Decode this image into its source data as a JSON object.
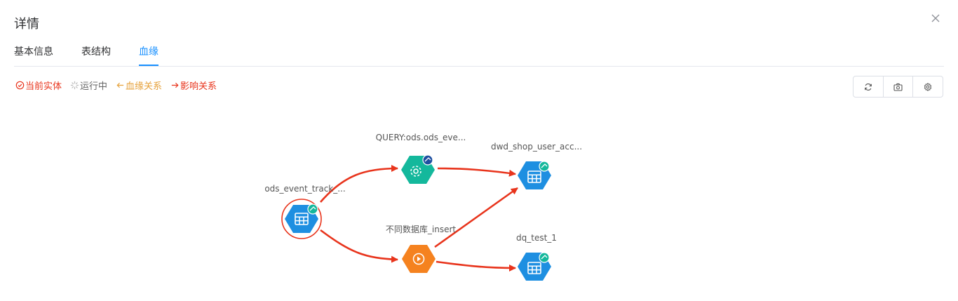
{
  "dialog": {
    "title": "详情",
    "close_icon": "close-icon"
  },
  "tabs": [
    {
      "label": "基本信息",
      "active": false
    },
    {
      "label": "表结构",
      "active": false
    },
    {
      "label": "血缘",
      "active": true
    }
  ],
  "legend": [
    {
      "label": "当前实体",
      "color": "#e8341c",
      "icon": "check-circle-icon"
    },
    {
      "label": "运行中",
      "color": "#666666",
      "icon": "spinner-icon"
    },
    {
      "label": "血缘关系",
      "color": "#e6a23c",
      "icon": "arrow-left-icon"
    },
    {
      "label": "影响关系",
      "color": "#e8341c",
      "icon": "arrow-right-icon"
    }
  ],
  "toolbar": {
    "refresh_icon": "refresh-icon",
    "screenshot_icon": "camera-icon",
    "settings_icon": "gear-icon"
  },
  "graph": {
    "edge_color": "#e8341c",
    "nodes": [
      {
        "id": "n1",
        "label": "ods_event_track_...",
        "kind": "table",
        "color": "#1e8fe1",
        "current": true
      },
      {
        "id": "n2",
        "label": "QUERY:ods.ods_eve...",
        "kind": "process",
        "color": "#14b89c"
      },
      {
        "id": "n3",
        "label": "不同数据库_insert",
        "kind": "process",
        "color": "#f5821f"
      },
      {
        "id": "n4",
        "label": "dwd_shop_user_acc...",
        "kind": "table",
        "color": "#1e8fe1"
      },
      {
        "id": "n5",
        "label": "dq_test_1",
        "kind": "table",
        "color": "#1e8fe1"
      }
    ],
    "edges": [
      {
        "from": "n1",
        "to": "n2"
      },
      {
        "from": "n1",
        "to": "n3"
      },
      {
        "from": "n2",
        "to": "n4"
      },
      {
        "from": "n3",
        "to": "n4"
      },
      {
        "from": "n3",
        "to": "n5"
      }
    ]
  }
}
